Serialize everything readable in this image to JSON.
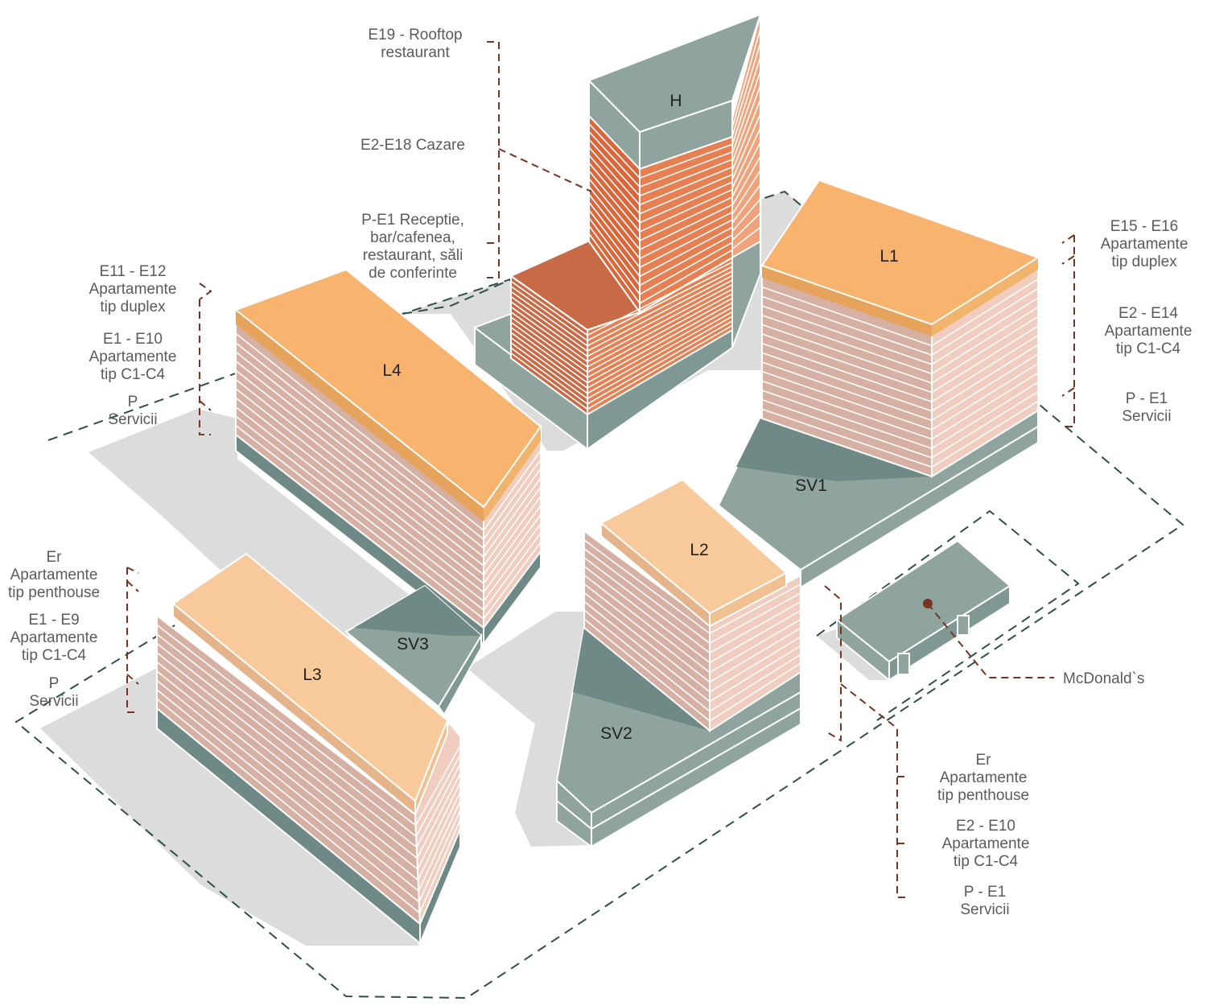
{
  "colors": {
    "podium": "#8fa39f",
    "podium_dark": "#6f8986",
    "facade_pink": "#eec0ad",
    "facade_pink_dark": "#d6a898",
    "roof_orange": "#f8b36f",
    "roof_light": "#f8c99a",
    "duplex_band": "#e5a35b",
    "hotel_orange": "#e67f52",
    "hotel_dark": "#c76a45",
    "shadow": "#dcdcdc",
    "leader": "#7a3322",
    "site_outline": "#2f4f4a"
  },
  "buildings": {
    "h": "H",
    "l1": "L1",
    "l2": "L2",
    "l3": "L3",
    "l4": "L4",
    "sv1": "SV1",
    "sv2": "SV2",
    "sv3": "SV3"
  },
  "labels": {
    "h_top": [
      "E19 - Rooftop",
      "restaurant"
    ],
    "h_mid": [
      "E2-E18 Cazare"
    ],
    "h_base": [
      "P-E1 Receptie,",
      "bar/cafenea,",
      "restaurant, săli",
      "de conferinte"
    ],
    "l4_top": [
      "E11 - E12",
      "Apartamente",
      "tip duplex"
    ],
    "l4_mid": [
      "E1 - E10",
      "Apartamente",
      "tip C1-C4"
    ],
    "l4_base": [
      "P",
      "Servicii"
    ],
    "l1_top": [
      "E15 - E16",
      "Apartamente",
      "tip duplex"
    ],
    "l1_mid": [
      "E2 - E14",
      "Apartamente",
      "tip C1-C4"
    ],
    "l1_base": [
      "P - E1",
      "Servicii"
    ],
    "l3_top": [
      "Er",
      "Apartamente",
      "tip penthouse"
    ],
    "l3_mid": [
      "E1 - E9",
      "Apartamente",
      "tip C1-C4"
    ],
    "l3_base": [
      "P",
      "Servicii"
    ],
    "l2_top": [
      "Er",
      "Apartamente",
      "tip penthouse"
    ],
    "l2_mid": [
      "E2 - E10",
      "Apartamente",
      "tip C1-C4"
    ],
    "l2_base": [
      "P - E1",
      "Servicii"
    ],
    "mcdonalds": [
      "McDonald`s"
    ]
  }
}
